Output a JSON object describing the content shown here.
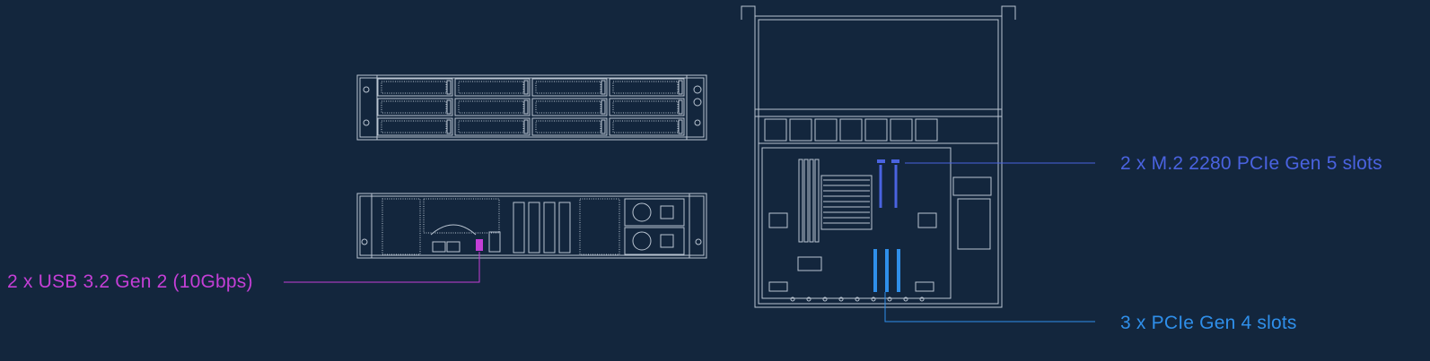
{
  "colors": {
    "background": "#13263d",
    "line_art": "#b9c4d1",
    "usb": "#c43fd6",
    "m2": "#4a63e0",
    "pcie": "#2f8fea"
  },
  "callouts": {
    "usb": {
      "text": "2 x USB 3.2 Gen 2 (10Gbps)",
      "count": 2
    },
    "m2": {
      "text": "2 x M.2 2280 PCIe Gen 5 slots",
      "count": 2
    },
    "pcie": {
      "text": "3 x PCIe Gen 4 slots",
      "count": 3
    }
  }
}
